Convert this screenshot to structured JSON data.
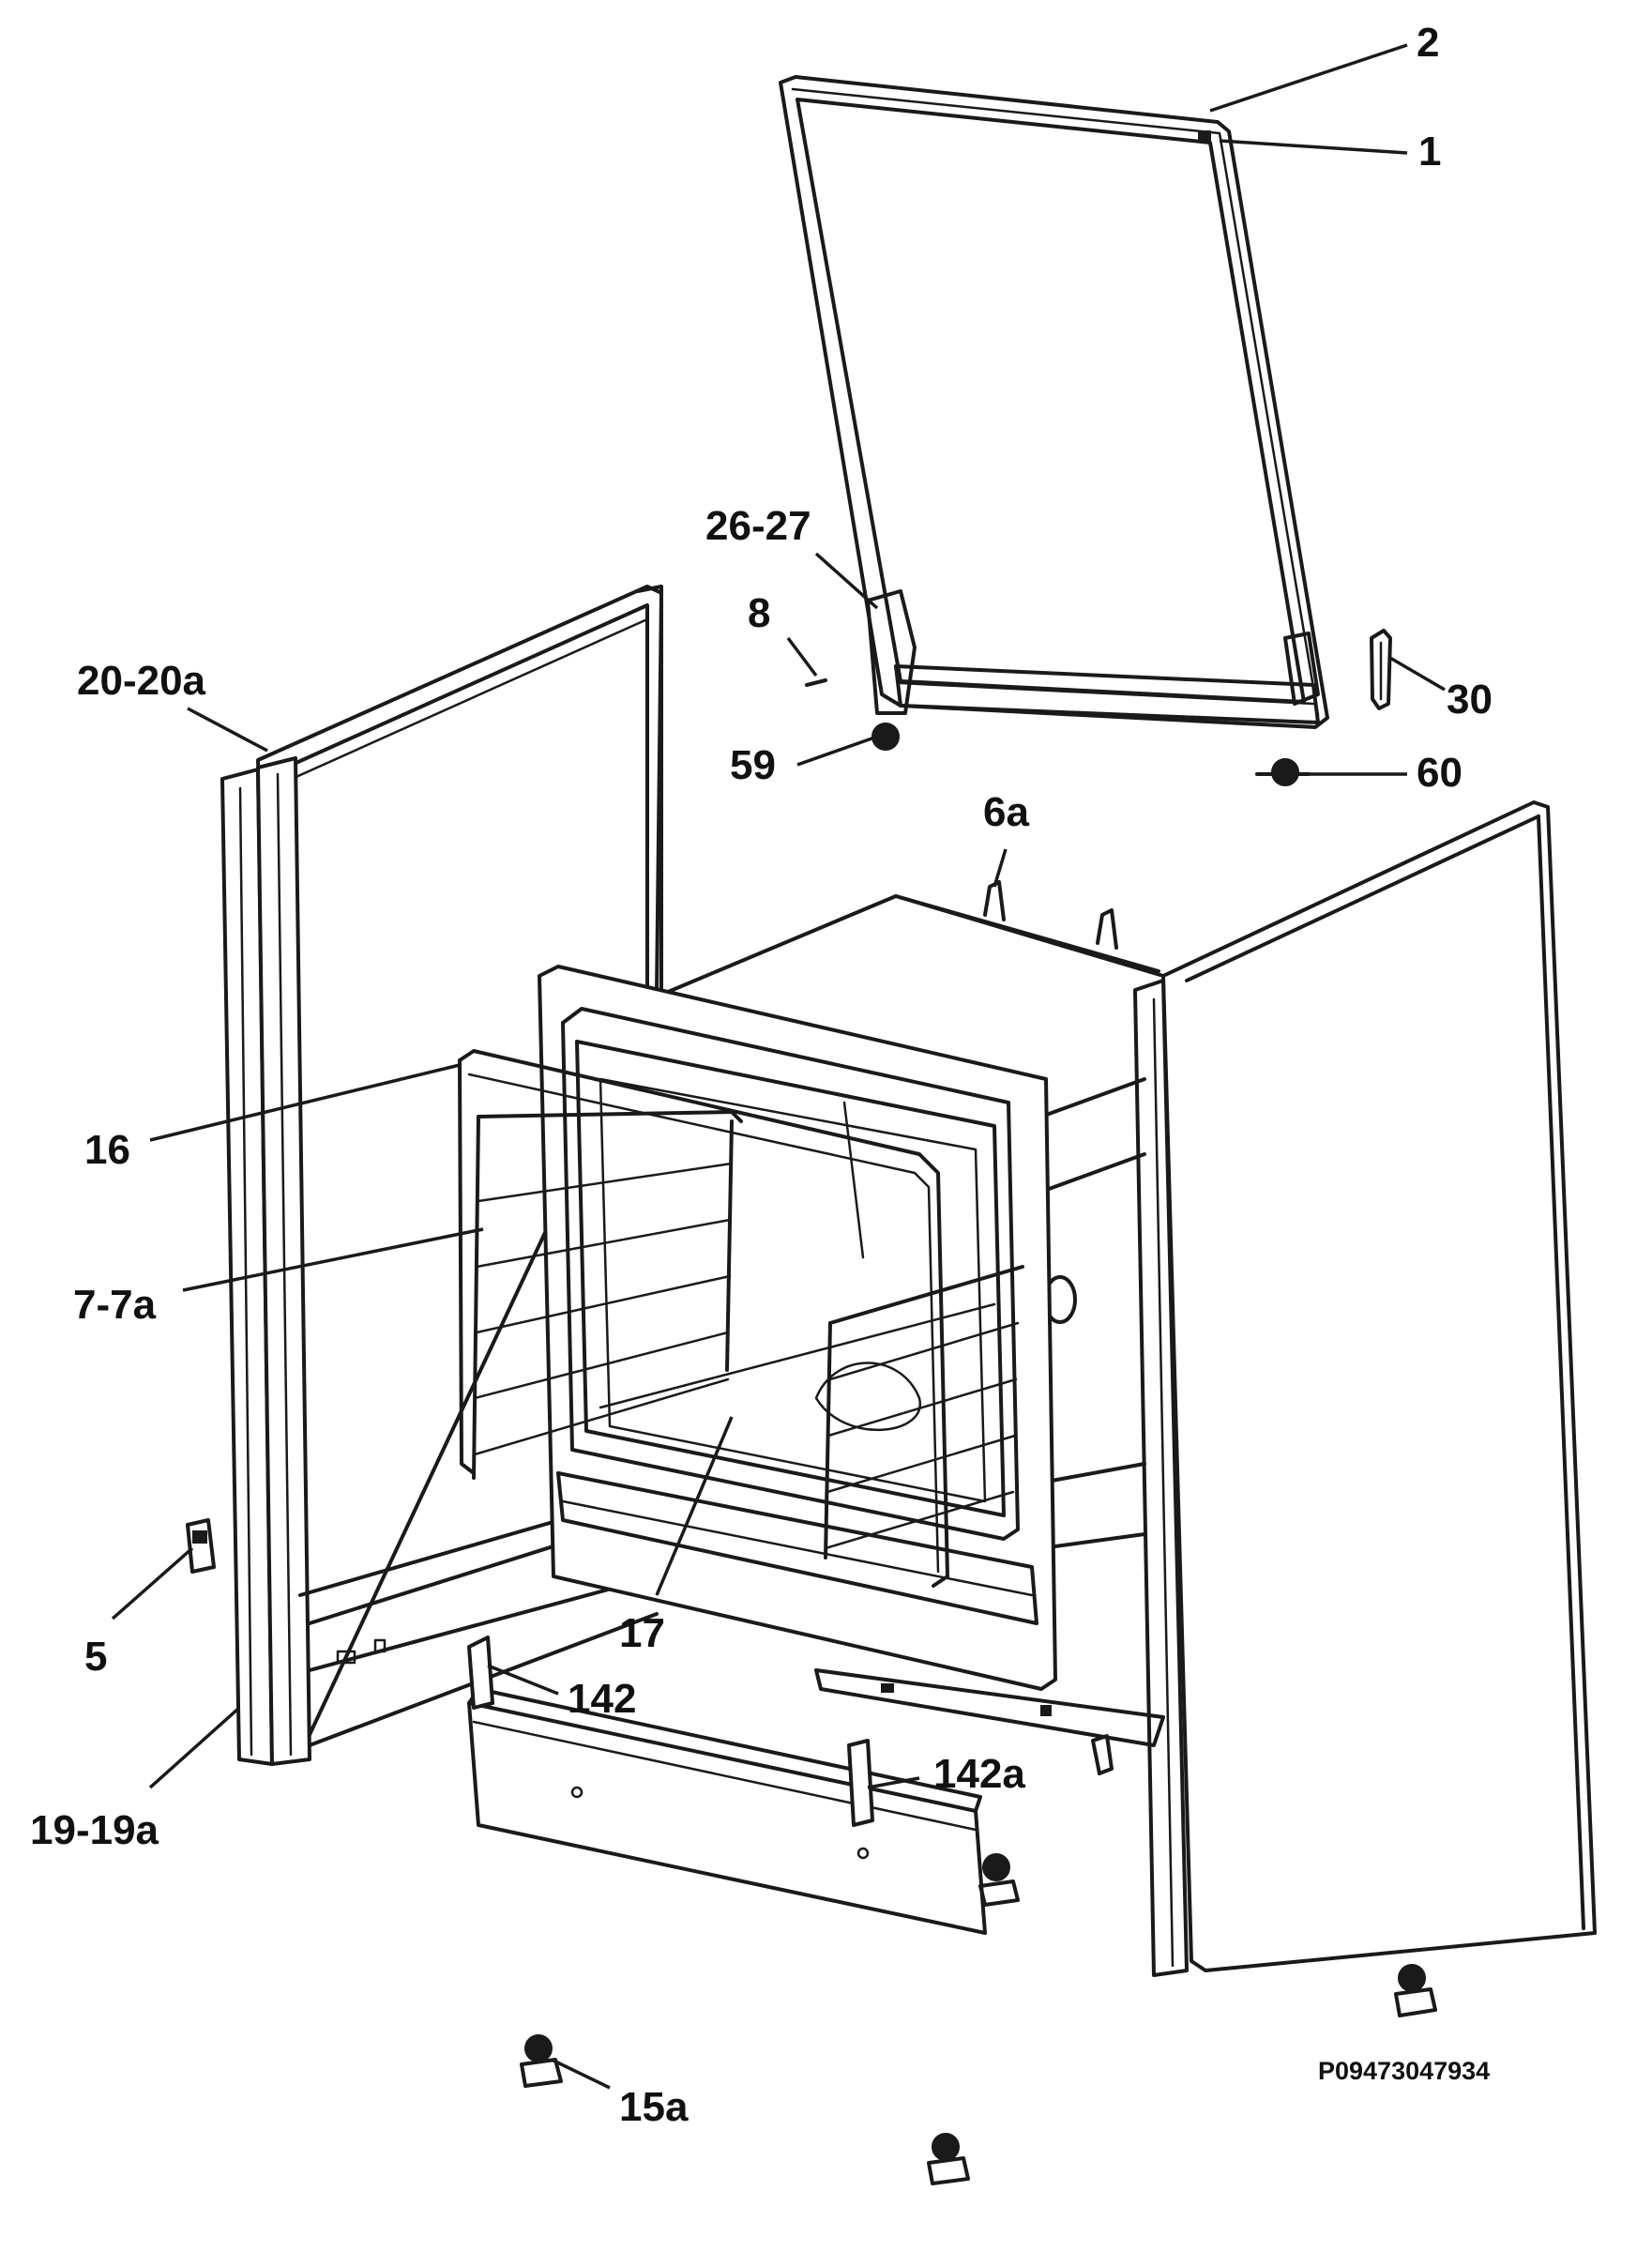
{
  "callouts": {
    "c2": "2",
    "c1": "1",
    "c26_27": "26-27",
    "c8": "8",
    "c30": "30",
    "c20_20a": "20-20a",
    "c59": "59",
    "c60": "60",
    "c6a": "6a",
    "c16": "16",
    "c7_7a": "7-7a",
    "c5": "5",
    "c17": "17",
    "c142": "142",
    "c142a": "142a",
    "c19_19a": "19-19a",
    "c15a": "15a"
  },
  "reference_code": "P09473047934"
}
